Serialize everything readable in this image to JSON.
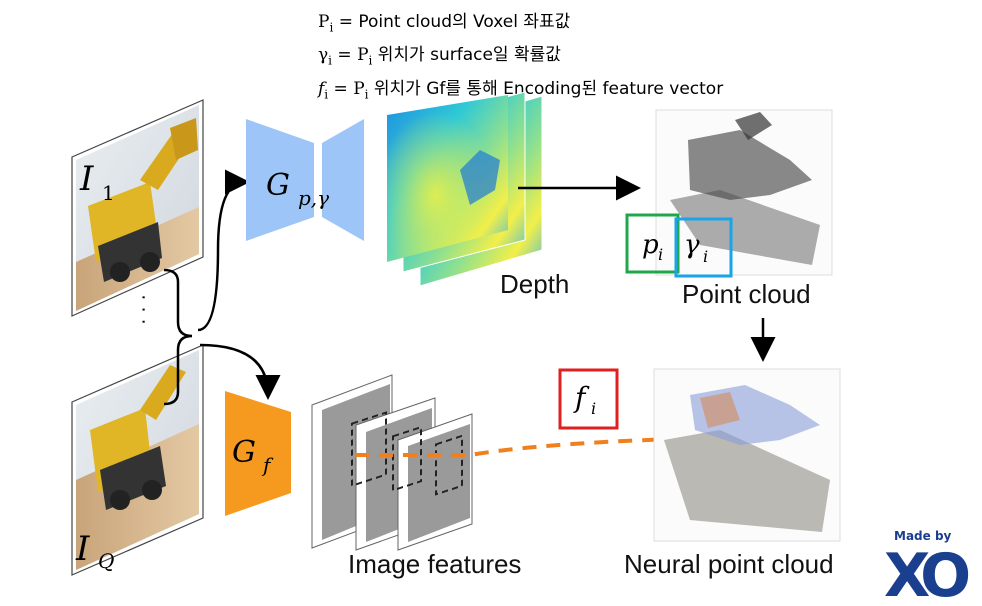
{
  "legend": {
    "line1": {
      "sym": "P",
      "sub": "i",
      "text": " = Point cloud의 Voxel 좌표값"
    },
    "line2": {
      "sym": "γ",
      "sub": "i",
      "eq": " = ",
      "sym2": "P",
      "sub2": "i",
      "text": " 위치가 surface일 확률값"
    },
    "line3": {
      "sym": "f",
      "sub": "i",
      "eq": " = ",
      "sym2": "P",
      "sub2": "i",
      "text": "  위치가 Gf를 통해 Encoding된 feature vector"
    }
  },
  "inputs": {
    "first": {
      "sym": "I",
      "sub": "1"
    },
    "last": {
      "sym": "I",
      "sub": "Q"
    },
    "ellipsis": "·  ·  ·"
  },
  "networks": {
    "gp": {
      "sym": "G",
      "sub": "p,γ",
      "color": "#9ec5f7"
    },
    "gf": {
      "sym": "G",
      "sub": "f",
      "color": "#f59a1e"
    }
  },
  "labels": {
    "depth": "Depth",
    "point_cloud": "Point cloud",
    "image_features": "Image features",
    "neural_point_cloud": "Neural point cloud"
  },
  "boxes": {
    "p": {
      "sym": "p",
      "sub": "i",
      "color": "#1fa84a"
    },
    "gamma": {
      "sym": "γ",
      "sub": "i",
      "color": "#1aa3e8"
    },
    "f": {
      "sym": "f",
      "sub": "i",
      "color": "#e01f1f"
    }
  },
  "badge": {
    "top": "Made by",
    "big": "XO",
    "color": "#1b3f8f"
  }
}
